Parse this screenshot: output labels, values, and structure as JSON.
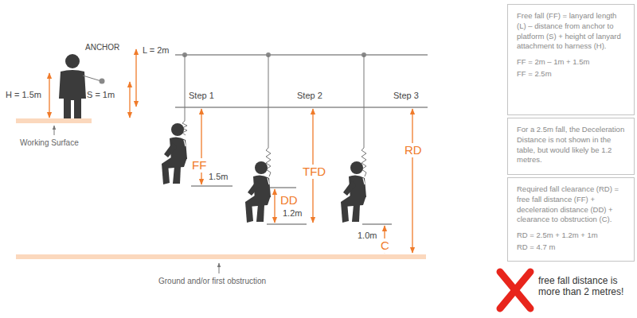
{
  "diagram": {
    "nodes": [
      {
        "text": [
          "Free fall (FF) = lanyard length (L) – distance from anchor to platform (S) + height of lanyard attachment to harness (H).",
          "FF = 2m – 1m + 1.5m",
          "FF = 2.5m"
        ]
      },
      {
        "text": [
          "For a 2.5m fall, the Deceleration Distance is not shown in the table, but would likely be 1.2 metres."
        ]
      },
      {
        "text": [
          "Required fall clearance (RD) = free fall distance (FF) + deceleration distance (DD) + clearance to obstruction (C).",
          "RD = 2.5m + 1.2m + 1m",
          "RD = 4.7 m"
        ]
      }
    ],
    "labels": [
      "H = 1.5m",
      "ANCHOR",
      "S = 1m",
      "L = 2m",
      "Working Surface",
      "Step 1",
      "Step 2",
      "Step 3",
      "FF",
      "1.5m",
      "DD",
      "1.2m",
      "TFD",
      "RD",
      "1.0m",
      "C",
      "Ground and/or first obstruction",
      "free fall distance is more than 2 metres!"
    ]
  }
}
